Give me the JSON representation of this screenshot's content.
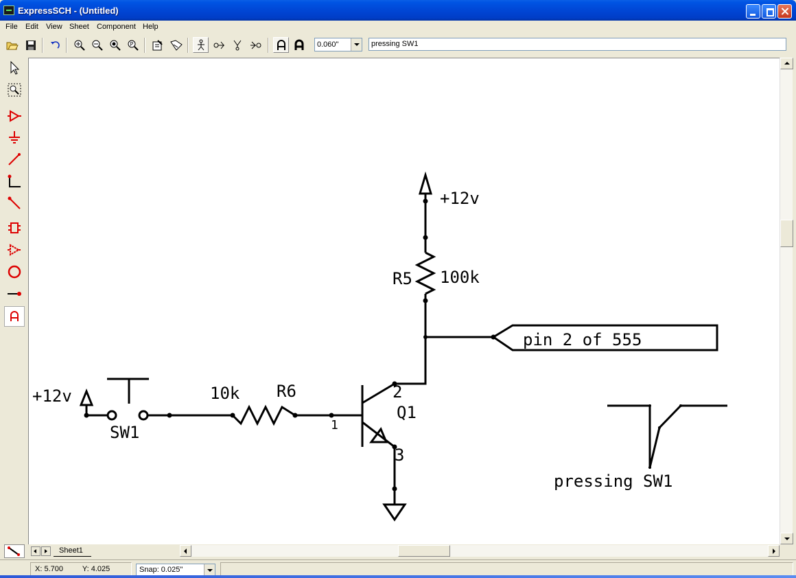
{
  "window": {
    "title": "ExpressSCH - (Untitled)"
  },
  "menu": [
    "File",
    "Edit",
    "View",
    "Sheet",
    "Component",
    "Help"
  ],
  "toolbar": {
    "grid_value": "0.060\"",
    "text_field_value": "pressing SW1",
    "icons": [
      "open-icon",
      "save-icon",
      "undo-icon",
      "zoom-in-icon",
      "zoom-out-icon",
      "zoom-fit-icon",
      "zoom-area-icon",
      "properties-icon",
      "edit-part-icon",
      "pin-icon",
      "node-icon",
      "ground-symbol-icon",
      "connector-icon",
      "text-normal-icon",
      "text-bold-icon"
    ]
  },
  "palette": {
    "tools": [
      "select-arrow-icon",
      "zoom-select-icon",
      "place-part-icon",
      "place-ground-icon",
      "draw-wire-icon",
      "draw-bus-icon",
      "draw-line-icon",
      "place-ic-icon",
      "place-buffer-icon",
      "place-circle-icon",
      "place-pin-icon",
      "place-text-icon"
    ]
  },
  "schematic": {
    "labels": {
      "vcc_top": "+12v",
      "vcc_left": "+12v",
      "r5_name": "R5",
      "r5_value": "100k",
      "r6_name": "R6",
      "r6_value": "10k",
      "q1_name": "Q1",
      "pin1": "1",
      "pin2": "2",
      "pin3": "3",
      "sw1_name": "SW1",
      "net_label": "pin 2 of 555",
      "waveform_caption": "pressing SW1"
    }
  },
  "tabs": {
    "sheet": "Sheet1"
  },
  "status": {
    "x": "X: 5.700",
    "y": "Y: 4.025",
    "snap": "Snap:  0.025\""
  }
}
